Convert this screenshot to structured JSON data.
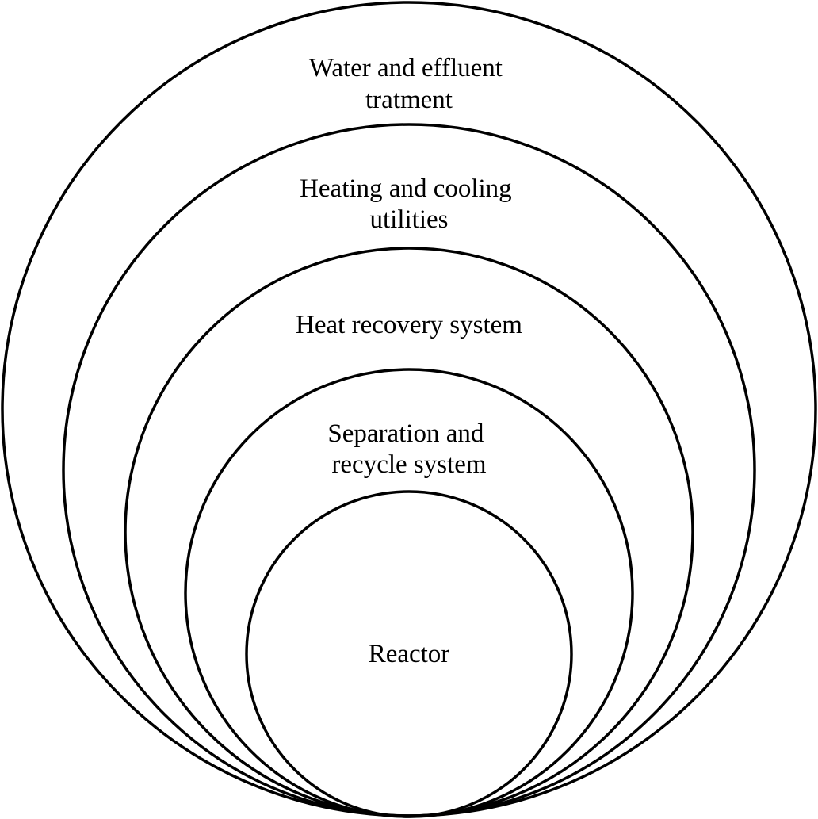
{
  "diagram": {
    "layers": [
      {
        "label_lines": [
          "Water and effluent",
          "tratment"
        ]
      },
      {
        "label_lines": [
          "Heating and cooling",
          "utilities"
        ]
      },
      {
        "label_lines": [
          "Heat recovery system"
        ]
      },
      {
        "label_lines": [
          "Separation and",
          "recycle system"
        ]
      },
      {
        "label_lines": [
          "Reactor"
        ]
      }
    ]
  }
}
